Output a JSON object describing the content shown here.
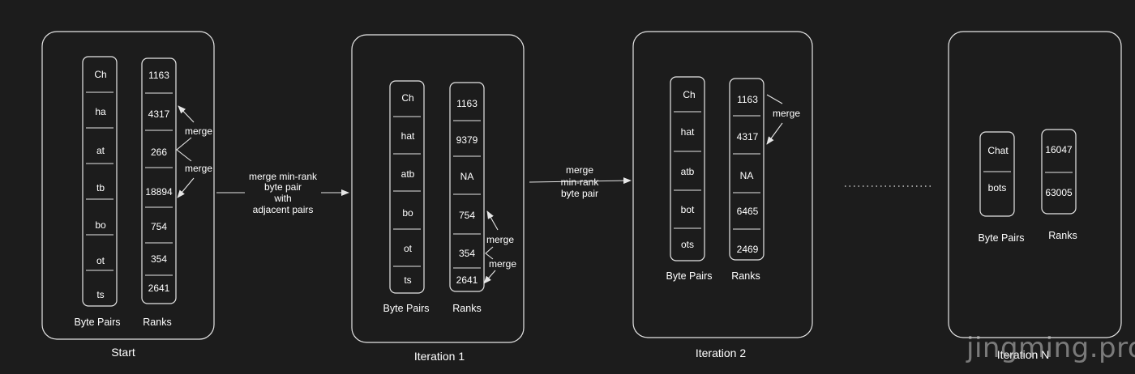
{
  "panels": [
    {
      "title": "Start",
      "byte_pairs": [
        "Ch",
        "ha",
        "at",
        "tb",
        "bo",
        "ot",
        "ts"
      ],
      "ranks": [
        "1163",
        "4317",
        "266",
        "18894",
        "754",
        "354",
        "2641"
      ],
      "byte_pairs_label": "Byte Pairs",
      "ranks_label": "Ranks",
      "merge_label": "merge"
    },
    {
      "title": "Iteration 1",
      "byte_pairs": [
        "Ch",
        "hat",
        "atb",
        "bo",
        "ot",
        "ts"
      ],
      "ranks": [
        "1163",
        "9379",
        "NA",
        "754",
        "354",
        "2641"
      ],
      "byte_pairs_label": "Byte Pairs",
      "ranks_label": "Ranks",
      "merge_label": "merge"
    },
    {
      "title": "Iteration 2",
      "byte_pairs": [
        "Ch",
        "hat",
        "atb",
        "bot",
        "ots"
      ],
      "ranks": [
        "1163",
        "4317",
        "NA",
        "6465",
        "2469"
      ],
      "byte_pairs_label": "Byte Pairs",
      "ranks_label": "Ranks",
      "merge_label": "merge"
    },
    {
      "title": "Iteration N",
      "byte_pairs": [
        "Chat",
        "bots"
      ],
      "ranks": [
        "16047",
        "63005"
      ],
      "byte_pairs_label": "Byte Pairs",
      "ranks_label": "Ranks"
    }
  ],
  "transitions": [
    {
      "lines": [
        "merge min-rank",
        "byte pair",
        "with",
        "adjacent pairs"
      ]
    },
    {
      "lines": [
        "merge",
        "min-rank",
        "byte pair"
      ]
    }
  ],
  "watermark": "jingming.pro",
  "colors": {
    "background": "#1c1c1c",
    "stroke": "#e6e6e6",
    "text": "#ffffff"
  }
}
